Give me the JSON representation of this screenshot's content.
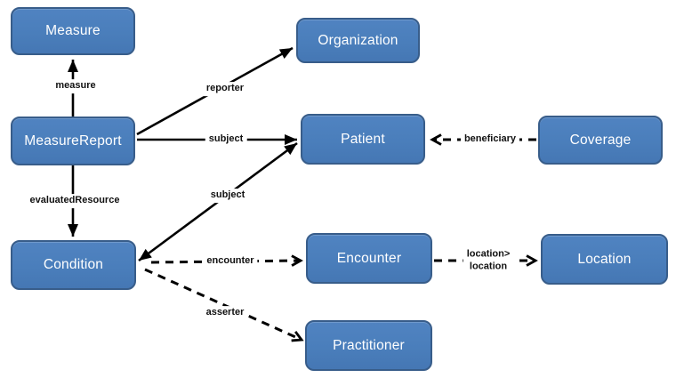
{
  "diagram": {
    "nodes": [
      {
        "id": "measure",
        "label": "Measure"
      },
      {
        "id": "measurereport",
        "label": "MeasureReport"
      },
      {
        "id": "condition",
        "label": "Condition"
      },
      {
        "id": "organization",
        "label": "Organization"
      },
      {
        "id": "patient",
        "label": "Patient"
      },
      {
        "id": "encounter",
        "label": "Encounter"
      },
      {
        "id": "practitioner",
        "label": "Practitioner"
      },
      {
        "id": "coverage",
        "label": "Coverage"
      },
      {
        "id": "location",
        "label": "Location"
      }
    ],
    "edges": [
      {
        "from": "MeasureReport",
        "to": "Measure",
        "label": "measure",
        "style": "solid"
      },
      {
        "from": "MeasureReport",
        "to": "Organization",
        "label": "reporter",
        "style": "solid"
      },
      {
        "from": "MeasureReport",
        "to": "Patient",
        "label": "subject",
        "style": "solid"
      },
      {
        "from": "MeasureReport",
        "to": "Condition",
        "label": "evaluatedResource",
        "style": "solid"
      },
      {
        "from": "Condition",
        "to": "Patient",
        "label": "subject",
        "style": "solid"
      },
      {
        "from": "Condition",
        "to": "Encounter",
        "label": "encounter",
        "style": "dashed"
      },
      {
        "from": "Condition",
        "to": "Practitioner",
        "label": "asserter",
        "style": "dashed"
      },
      {
        "from": "Coverage",
        "to": "Patient",
        "label": "beneficiary",
        "style": "dashed"
      },
      {
        "from": "Encounter",
        "to": "Location",
        "label": "location> location",
        "label_line1": "location>",
        "label_line2": "location",
        "style": "dashed"
      }
    ],
    "colors": {
      "node_fill": "#4a7ebb",
      "node_border": "#385d8a",
      "node_text": "#ffffff",
      "edge": "#000000",
      "edge_label_text": "#111111",
      "background": "#ffffff"
    }
  }
}
